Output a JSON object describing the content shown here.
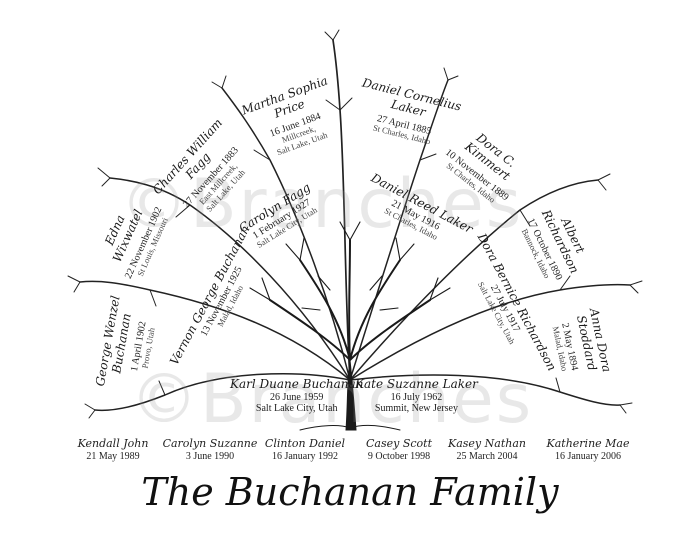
{
  "title": "The Buchanan Family",
  "watermark": "©Branches",
  "colors": {
    "ink": "#1a1a1a",
    "watermark": "#969696",
    "background": "#ffffff"
  },
  "ancestors": {
    "martha": {
      "name1": "Martha Sophia",
      "name2": "Price",
      "date": "16 June 1884",
      "place1": "Millcreek,",
      "place2": "Salt Lake, Utah"
    },
    "daniel_c": {
      "name1": "Daniel Cornelius",
      "name2": "Laker",
      "date": "27 April 1885",
      "place1": "St Charles, Idaho"
    },
    "charles": {
      "name1": "Charles William",
      "name2": "Fagg",
      "date": "27 November 1883",
      "place1": "East Millcreek,",
      "place2": "Salt Lake, Utah"
    },
    "dora": {
      "name1": "Dora C.",
      "name2": "Kimmert",
      "date": "10 November 1889",
      "place1": "St Charles, Idaho"
    },
    "edna": {
      "name1": "Edna",
      "name2": "Wixwatel",
      "date": "22 November 1902",
      "place1": "St Louis, Missouri"
    },
    "albert": {
      "name1": "Albert",
      "name2": "Richardson",
      "date": "17 October 1890",
      "place1": "Bannock, Idaho"
    },
    "george": {
      "name1": "George Wenzel",
      "name2": "Buchanan",
      "date": "1 April 1902",
      "place1": "Provo, Utah"
    },
    "anna": {
      "name1": "Anna Dora",
      "name2": "Stoddard",
      "date": "2 May 1894",
      "place1": "Malad, Idaho"
    }
  },
  "grandparents": {
    "carolyn": {
      "name": "Carolyn Fagg",
      "date": "1 February 1927",
      "place": "Salt Lake City, Utah"
    },
    "daniel_r": {
      "name": "Daniel Reed Laker",
      "date": "21 May 1916",
      "place": "St Charles, Idaho"
    },
    "vernon": {
      "name": "Vernon George Buchanan",
      "date": "13 November 1925",
      "place": "Malad, Idaho"
    },
    "dora_b": {
      "name": "Dora Bernice Richardson",
      "date": "27 July 1917",
      "place": "Salt Lake City, Utah"
    }
  },
  "parents": {
    "karl": {
      "name": "Karl Duane Buchanan",
      "date": "26 June 1959",
      "place": "Salt Lake City, Utah"
    },
    "kate": {
      "name": "Kate Suzanne Laker",
      "date": "16 July 1962",
      "place": "Summit, New Jersey"
    }
  },
  "children": [
    {
      "name": "Kendall John",
      "date": "21 May 1989"
    },
    {
      "name": "Carolyn Suzanne",
      "date": "3 June 1990"
    },
    {
      "name": "Clinton Daniel",
      "date": "16 January 1992"
    },
    {
      "name": "Casey Scott",
      "date": "9 October 1998"
    },
    {
      "name": "Kasey Nathan",
      "date": "25 March 2004"
    },
    {
      "name": "Katherine Mae",
      "date": "16 January 2006"
    }
  ]
}
